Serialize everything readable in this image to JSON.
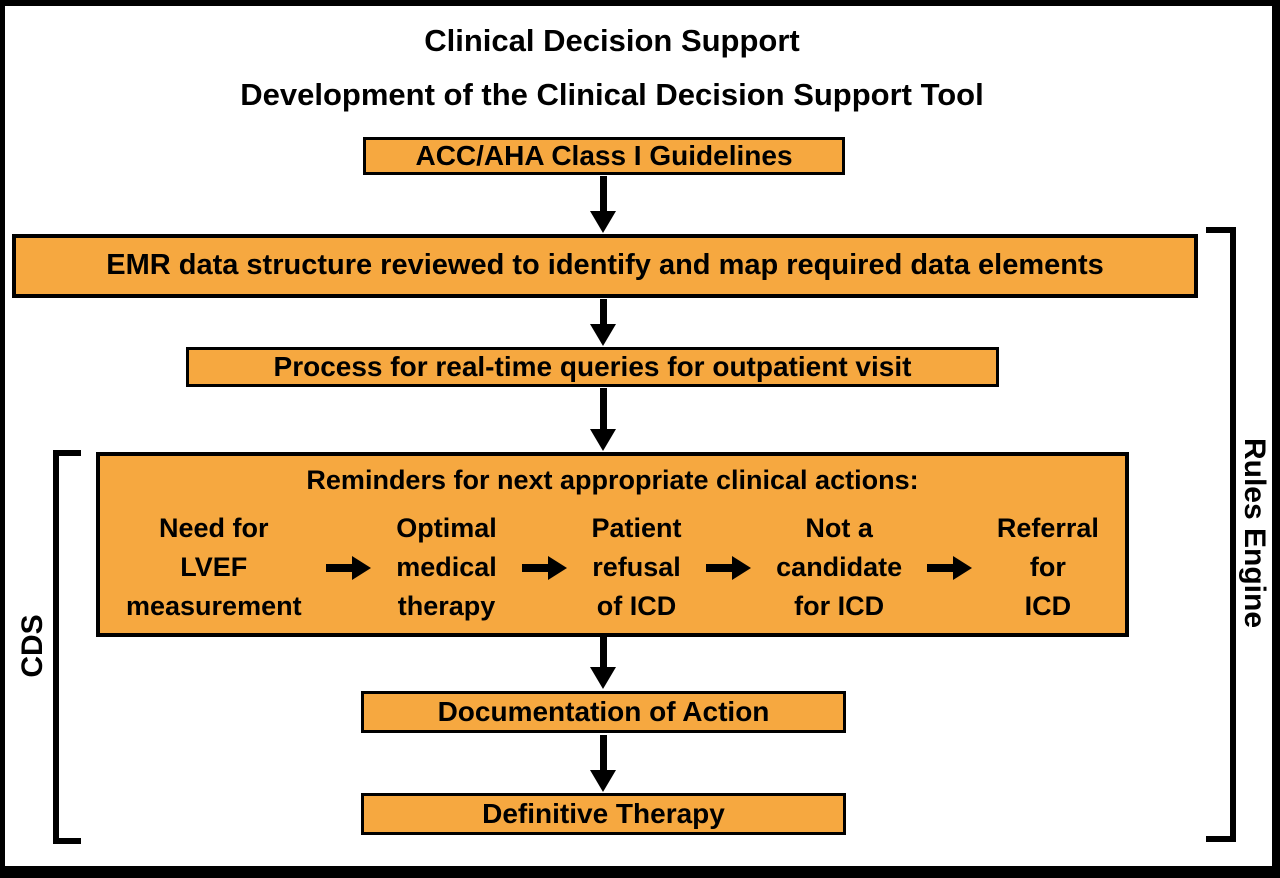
{
  "figure": {
    "title": "Clinical Decision Support",
    "subtitle": "Development of the Clinical Decision Support Tool",
    "nodes": {
      "guidelines": "ACC/AHA Class I Guidelines",
      "emr_review": "EMR data structure reviewed to identify and map required data elements",
      "realtime_queries": "Process for real-time queries for outpatient visit",
      "reminders_title": "Reminders for next appropriate clinical actions:",
      "documentation": "Documentation of Action",
      "definitive_therapy": "Definitive Therapy"
    },
    "reminder_steps": [
      "Need for\nLVEF\nmeasurement",
      "Optimal\nmedical\ntherapy",
      "Patient\nrefusal\nof ICD",
      "Not a\ncandidate\nfor ICD",
      "Referral\nfor\nICD"
    ],
    "brackets": {
      "left_label": "CDS",
      "right_label": "Rules Engine"
    },
    "colors": {
      "node_fill": "#F6A840",
      "node_border": "#000000",
      "arrow": "#000000",
      "background": "#FFFFFF"
    }
  }
}
